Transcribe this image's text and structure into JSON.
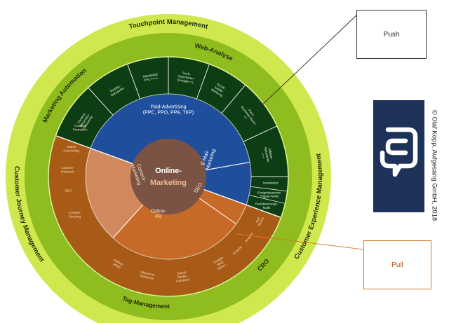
{
  "outer_ring": {
    "top": "Touchpoint Management",
    "right": "Customer Experience Management",
    "left": "Customer Journey Management"
  },
  "second_ring": {
    "top": "Web-Analyse",
    "left": "Marketing Automation",
    "right": "CRO",
    "bottom": "Tag-Management"
  },
  "center": {
    "line1": "Online-",
    "line2": "Marketing"
  },
  "sectors": {
    "paid": {
      "line1": "Paid-Advertising",
      "line2": "(PPC, PPO, PPA, TKP)"
    },
    "email": {
      "line1": "E-Mail-",
      "line2": "Marketing"
    },
    "content": {
      "line1": "Content-",
      "line2": "Marketing"
    },
    "pr": {
      "line1": "Online-",
      "line2": "PR"
    },
    "seo": {
      "label": "SEO"
    }
  },
  "paid_items": [
    [
      "Content-",
      "Discovery-",
      "Netzwerke"
    ],
    [
      "Display-",
      "Netzwerke"
    ],
    [
      "Marktplatz",
      "PPC++++"
    ],
    [
      "Such-",
      "maschinen",
      "(Google++)"
    ],
    [
      "Social",
      "Media",
      "Werbung"
    ],
    [
      "Preis-",
      "Suchmaschinen",
      "++"
    ],
    [
      "Affiliate-",
      "Netzwerke",
      "+++"
    ]
  ],
  "email_items": [
    [
      "Newsletter"
    ],
    [
      "Ereignisbasierte",
      "Trigger-Mails"
    ],
    [
      "Reaktivierungs-",
      "Mails"
    ]
  ],
  "content_items": [
    [
      "Content",
      "Promotion"
    ],
    [
      "Native",
      "Advertising"
    ],
    [
      "Content-",
      "Outreach"
    ],
    [
      "SEO"
    ],
    [
      "Content-",
      "Seeding"
    ]
  ],
  "pr_items": [
    [
      "Medien-",
      "arbeit"
    ],
    [
      "Influencer-",
      "Relations"
    ],
    [
      "Social-",
      "Media-",
      "Relations"
    ]
  ],
  "seo_items": [
    [
      "Google-",
      "Bing-",
      "Yahoo..."
    ],
    [
      "Youtube"
    ],
    [
      "Amazon"
    ],
    [
      "App",
      "Stores"
    ]
  ],
  "push_label": "Push",
  "pull_label": "Pull",
  "copyright": "© Olaf Kopp, Aufgesang GmbH, 2018",
  "colors": {
    "outer": "#cfe84d",
    "second": "#8fbc1f",
    "paid_band": "#0c3d14",
    "paid_core": "#1f4f9c",
    "content_band": "#a85b16",
    "content_core": "#c76a28",
    "pr_tint": "#d7a186",
    "center": "#7a5344",
    "logo": "#1e3158",
    "pull": "#d97a1e"
  }
}
